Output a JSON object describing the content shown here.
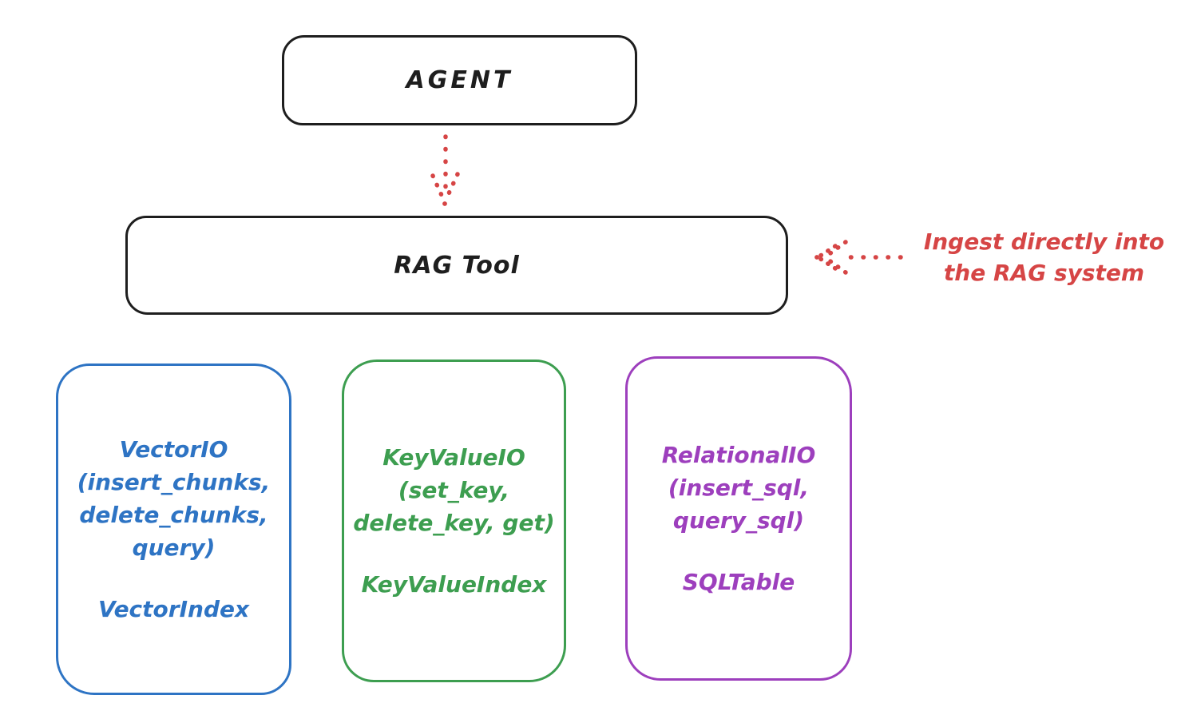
{
  "agent_box": {
    "label": "AGENT"
  },
  "rag_tool_box": {
    "label": "RAG Tool"
  },
  "annotation": {
    "line1": "Ingest directly into",
    "line2": "the RAG system"
  },
  "arrows": [
    {
      "name": "agent-to-rag-tool",
      "style": "dotted",
      "direction": "down",
      "color": "#d64545"
    },
    {
      "name": "ingest-into-rag-tool",
      "style": "dotted",
      "direction": "left",
      "color": "#d64545"
    }
  ],
  "io_boxes": [
    {
      "body_lines": [
        "VectorIO",
        "(insert_chunks,",
        "delete_chunks,",
        "query)"
      ],
      "index_label": "VectorIndex",
      "color": "#2e74c4"
    },
    {
      "body_lines": [
        "KeyValueIO",
        "(set_key,",
        "delete_key, get)"
      ],
      "index_label": "KeyValueIndex",
      "color": "#3d9e50"
    },
    {
      "body_lines": [
        "RelationalIO",
        "(insert_sql,",
        "query_sql)"
      ],
      "index_label": "SQLTable",
      "color": "#9d3fbd"
    }
  ],
  "colors": {
    "stroke_black": "#1e1e1e",
    "accent_red": "#d64545",
    "background": "#ffffff"
  }
}
